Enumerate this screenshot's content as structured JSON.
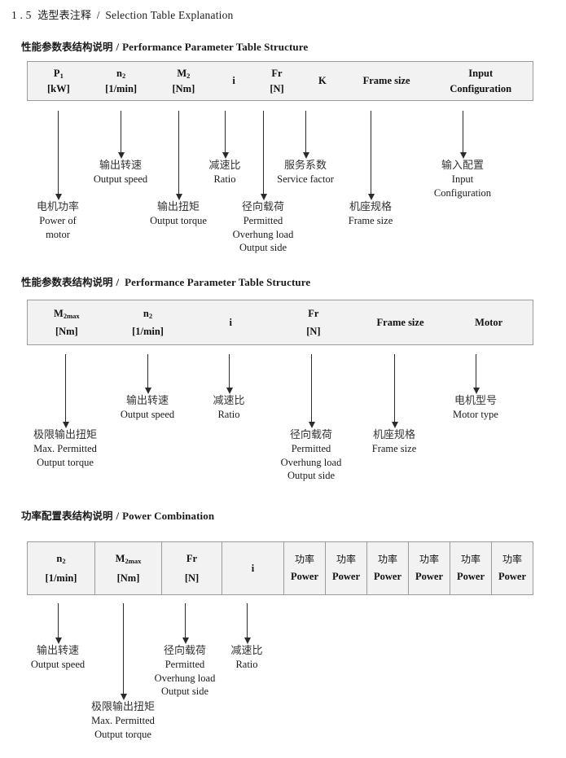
{
  "page": {
    "section_number": "1 . 5",
    "section_title_cn": "选型表注释",
    "section_title_sep": "/",
    "section_title_en": "Selection Table Explanation"
  },
  "sections": [
    {
      "id": "performance-parameter-1",
      "heading_cn": "性能参数表结构说明",
      "heading_sep": "/",
      "heading_en": "Performance Parameter Table Structure",
      "table": {
        "divided": false,
        "columns": [
          {
            "symbol": "P",
            "sub": "1",
            "unit": "[kW]"
          },
          {
            "symbol": "n",
            "sub": "2",
            "unit": "[1/min]"
          },
          {
            "symbol": "M",
            "sub": "2",
            "unit": "[Nm]"
          },
          {
            "symbol": "i",
            "sub": "",
            "unit": ""
          },
          {
            "symbol": "Fr",
            "sub": "",
            "unit": "[N]"
          },
          {
            "symbol": "K",
            "sub": "",
            "unit": ""
          },
          {
            "symbol": "Frame size",
            "sub": "",
            "unit": ""
          },
          {
            "symbol": "Input",
            "sub": "",
            "unit": "Configuration"
          }
        ]
      },
      "annotations": [
        {
          "cn": "电机功率",
          "en": [
            "Power of",
            "motor"
          ]
        },
        {
          "cn": "输出转速",
          "en": [
            "Output speed"
          ]
        },
        {
          "cn": "输出扭矩",
          "en": [
            "Output torque"
          ]
        },
        {
          "cn": "减速比",
          "en": [
            "Ratio"
          ]
        },
        {
          "cn": "径向载荷",
          "en": [
            "Permitted",
            "Overhung load",
            "Output side"
          ]
        },
        {
          "cn": "服务系数",
          "en": [
            "Service factor"
          ]
        },
        {
          "cn": "机座规格",
          "en": [
            "Frame size"
          ]
        },
        {
          "cn": "输入配置",
          "en": [
            "Input",
            "Configuration"
          ]
        }
      ]
    },
    {
      "id": "performance-parameter-2",
      "heading_cn": "性能参数表结构说明",
      "heading_sep": "/",
      "heading_en": "Performance Parameter Table Structure",
      "table": {
        "divided": false,
        "columns": [
          {
            "symbol": "M",
            "sub": "2max",
            "unit": "[Nm]"
          },
          {
            "symbol": "n",
            "sub": "2",
            "unit": "[1/min]"
          },
          {
            "symbol": "i",
            "sub": "",
            "unit": ""
          },
          {
            "symbol": "Fr",
            "sub": "",
            "unit": "[N]"
          },
          {
            "symbol": "Frame size",
            "sub": "",
            "unit": ""
          },
          {
            "symbol": "Motor",
            "sub": "",
            "unit": ""
          }
        ]
      },
      "annotations": [
        {
          "cn": "极限输出扭矩",
          "en": [
            "Max. Permitted",
            "Output  torque"
          ]
        },
        {
          "cn": "输出转速",
          "en": [
            "Output speed"
          ]
        },
        {
          "cn": "减速比",
          "en": [
            "Ratio"
          ]
        },
        {
          "cn": "径向载荷",
          "en": [
            "Permitted",
            "Overhung load",
            "Output side"
          ]
        },
        {
          "cn": "机座规格",
          "en": [
            "Frame size"
          ]
        },
        {
          "cn": "电机型号",
          "en": [
            "Motor type"
          ]
        }
      ]
    },
    {
      "id": "power-combination",
      "heading_cn": "功率配置表结构说明",
      "heading_sep": "/",
      "heading_en": "Power Combination",
      "table": {
        "divided": true,
        "columns": [
          {
            "symbol": "n",
            "sub": "2",
            "unit": "[1/min]"
          },
          {
            "symbol": "M",
            "sub": "2max",
            "unit": "[Nm]"
          },
          {
            "symbol": "Fr",
            "sub": "",
            "unit": "[N]"
          },
          {
            "symbol": "i",
            "sub": "",
            "unit": ""
          },
          {
            "symbol_cn": "功率",
            "sub": "",
            "unit": "Power"
          },
          {
            "symbol_cn": "功率",
            "sub": "",
            "unit": "Power"
          },
          {
            "symbol_cn": "功率",
            "sub": "",
            "unit": "Power"
          },
          {
            "symbol_cn": "功率",
            "sub": "",
            "unit": "Power"
          },
          {
            "symbol_cn": "功率",
            "sub": "",
            "unit": "Power"
          },
          {
            "symbol_cn": "功率",
            "sub": "",
            "unit": "Power"
          }
        ]
      },
      "annotations": [
        {
          "cn": "输出转速",
          "en": [
            "Output speed"
          ]
        },
        {
          "cn": "极限输出扭矩",
          "en": [
            "Max. Permitted",
            "Output  torque"
          ]
        },
        {
          "cn": "径向载荷",
          "en": [
            "Permitted",
            "Overhung load",
            "Output side"
          ]
        },
        {
          "cn": "减速比",
          "en": [
            "Ratio"
          ]
        }
      ]
    }
  ]
}
